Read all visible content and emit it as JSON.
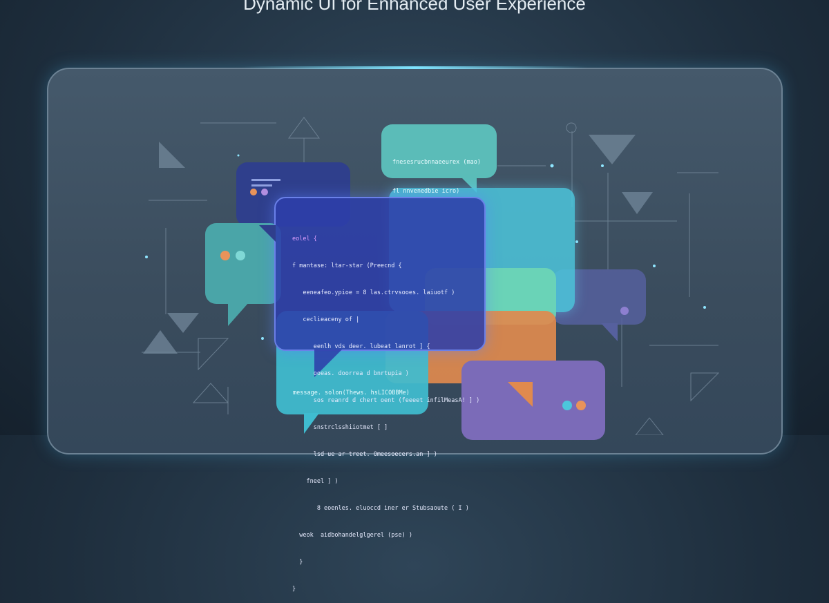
{
  "title": "Dynamic UI for Enhanced User Experience",
  "bubbles": {
    "top_teal": [
      "fnesesrucbnnaeeurex (mao)",
      "fl nnvenedbie icro)"
    ],
    "code": [
      "eolel {",
      "f mantase: ltar-star (Preecnd {",
      "   eeneafeo.ypioe = 8 las.ctrvsooes. laiuotf )",
      "   ceclieaceny of |",
      "      eenlh vds deer. lubeat lanrot ] {",
      "      ooeas. doorrea d bnrtupia )",
      "      sos reanrd d chert oent (feeeet infilMeasA! ] )",
      "      snstrclsshiiotmet [ ]",
      "      lsd ue ar treet. Omeesoecers.an ] )",
      "    fneel ] )",
      "       8 eoenles. eluoccd iner er Stubsaoute ( I )",
      "  weok  aidbohandelglgerel (pse) )",
      "  }",
      "}"
    ],
    "bottom_cyan": "message. solon(Thews. hsLICOBBMe)"
  },
  "colors": {
    "accent_orange": "#e8935a",
    "accent_cyan": "#4cc6dc",
    "accent_purple": "#7b6bb8",
    "accent_teal": "#5bbcb8"
  }
}
